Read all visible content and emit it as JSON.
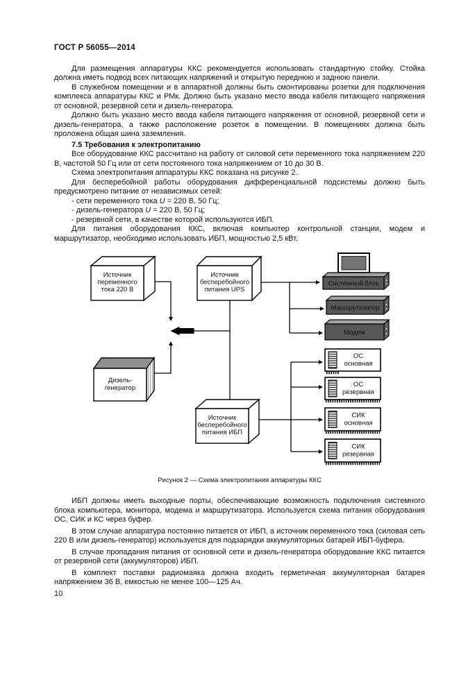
{
  "page": {
    "header": "ГОСТ Р 56055—2014",
    "page_number": "10"
  },
  "content": {
    "para1": "Для размещения аппаратуры ККС рекомендуется использовать стандартную стойку. Стойка должна иметь подвод всех питающих напряжений и открытую переднюю и заднюю панели.",
    "para2": "В служебном помещении и в аппаратной должны быть смонтированы розетки для подключения комплекса аппаратуры ККС и РМк. Должно быть указано место ввода кабеля питающего напряжения от основной, резервной сети и дизель-генератора.",
    "para3": "Должно быть указано место ввода кабеля питающего напряжения от основной, резервной сети и дизель-генератора, а также расположение розеток в помещении. В помещениях должна быть проложена общая шина заземления.",
    "heading_7_5": "7.5  Требования к электропитанию",
    "para4": "Все оборудование ККС рассчитано на работу от силовой сети переменного тока напряжением 220 В, частотой 50 Гц или от сети постоянного тока напряжением от 10 до 30 В.",
    "para5": "Схема электропитания аппаратуры ККС показана на рисунке 2.",
    "para6": "Для бесперебойной работы оборудования дифференциальной подсистемы должно быть предусмотрено питание от независимых сетей:",
    "list": [
      {
        "prefix": "- сети переменного тока ",
        "var": "U",
        "suffix": " = 220 В, 50 Гц;"
      },
      {
        "prefix": "- дизель-генератора ",
        "var": "U",
        "suffix": " = 220 В, 50 Гц;"
      },
      {
        "prefix": "- резервной сети, в качестве которой используются ИБП.",
        "var": "",
        "suffix": ""
      }
    ],
    "para7": "Для питания оборудования ККС, включая компьютер контрольной станции, модем и маршрутизатор, необходимо использовать ИБП, мощностью 2,5 кВт.",
    "figure_caption": "Рисунок 2 — Схема электропитания аппаратуры ККС",
    "para8": "ИБП должны иметь выходные порты, обеспечивающие возможность подключения системного блока компьютера, монитора, модема и маршрутизатора. Используется схема питания оборудования ОС, СИК и КС через буфер.",
    "para9": "В этом случае аппаратура постоянно питается от ИБП, а источник переменного тока (силовая сеть 220 В или дизель-генератор) используется для подзарядки аккумуляторных батарей ИБП-буфера.",
    "para10": "В случае пропадания питания от основной сети и дизель-генератора оборудование ККС питается от резервной сети (аккумуляторов) ИБП.",
    "para11": "В комплект поставки радиомаяка должна входить герметичная аккумуляторная батарея напряжением 36 В, емкостью не менее 100—125 Ач."
  },
  "diagram": {
    "boxes": {
      "ac_source": [
        "Источник",
        "переменного",
        "тока 220 В"
      ],
      "ups": [
        "Источник",
        "бесперебойного",
        "питания UPS"
      ],
      "diesel": [
        "Дизель-",
        "генератор"
      ],
      "ibp": [
        "Источник",
        "бесперебойного",
        "питания ИБП"
      ],
      "system_unit": "Системный блок",
      "router": "Маршрутизатор",
      "modem": "Модем",
      "os_main": [
        "ОС",
        "основная"
      ],
      "os_reserve": [
        "ОС",
        "резервная"
      ],
      "sik_main": [
        "СИК",
        "основная"
      ],
      "sik_reserve": [
        "СИК",
        "резервная"
      ]
    },
    "colors": {
      "line": "#000000",
      "slab_front": "#575757",
      "slab_top": "#a3a3a3",
      "slab_side": "#626262",
      "slab_text": "#ffffff",
      "diesel_top": "#8f8f8f",
      "monitor_screen": "#747474"
    }
  }
}
